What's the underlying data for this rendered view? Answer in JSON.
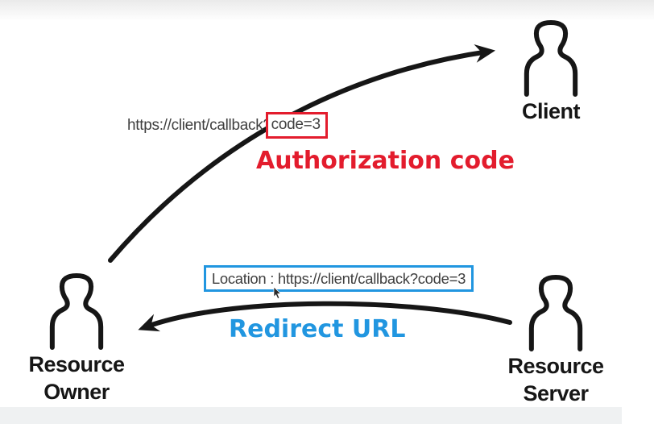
{
  "colors": {
    "red": "#e31c2d",
    "blue": "#2196e0",
    "ink": "#161616",
    "muted_text": "#3f3f3f",
    "page_bg": "#ffffff",
    "band": "#eff1f2"
  },
  "actors": {
    "client": {
      "label": "Client"
    },
    "resource_owner": {
      "label": "Resource Owner"
    },
    "resource_server": {
      "label": "Resource Server"
    }
  },
  "messages": {
    "authorization": {
      "url_prefix": "https://client/callback?",
      "url_code": "code=3",
      "caption": "Authorization code"
    },
    "redirect": {
      "location_header": "Location : https://client/callback?code=3",
      "caption": "Redirect URL"
    }
  },
  "icons": {
    "person": "person-icon",
    "cursor": "mouse-cursor-icon"
  }
}
